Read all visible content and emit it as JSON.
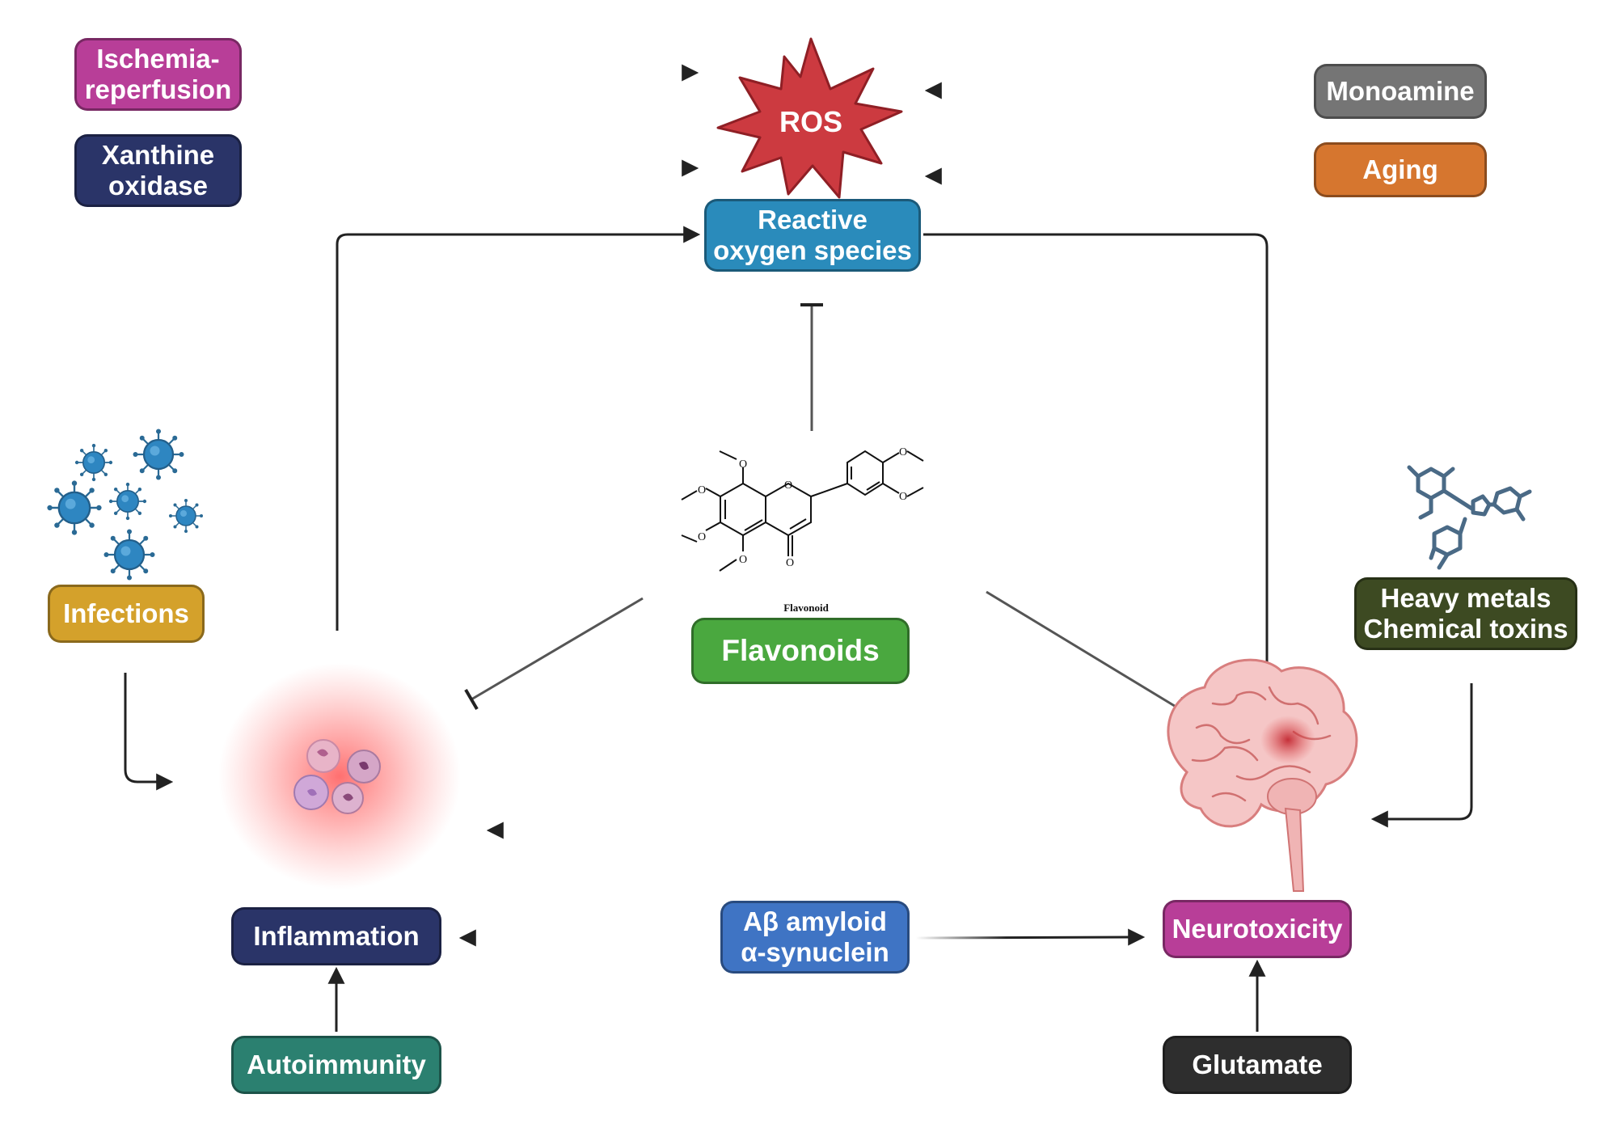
{
  "nodes": {
    "ischemia": "Ischemia-\nreperfusion",
    "xanthine": "Xanthine\noxidase",
    "monoamine": "Monoamine",
    "aging": "Aging",
    "ros_star": "ROS",
    "ros_box": "Reactive\noxygen species",
    "infections": "Infections",
    "heavy_metals": "Heavy metals\nChemical toxins",
    "flavonoids": "Flavonoids",
    "flavonoid_caption": "Flavonoid",
    "inflammation": "Inflammation",
    "abeta": "Aβ amyloid\nα-synuclein",
    "neurotoxicity": "Neurotoxicity",
    "autoimmunity": "Autoimmunity",
    "glutamate": "Glutamate"
  },
  "colors": {
    "ischemia": "#b83e98",
    "xanthine": "#2a3468",
    "monoamine": "#757575",
    "aging": "#d6762f",
    "ros_star": "#cc3a40",
    "ros_box": "#2a8bbb",
    "infections": "#d4a12b",
    "heavy_metals": "#3d4a22",
    "flavonoids": "#4aa83f",
    "inflammation": "#2a3468",
    "abeta": "#3f74c4",
    "neurotoxicity": "#b83e98",
    "autoimmunity": "#2b8070",
    "glutamate": "#2e2e2e",
    "arrow": "#222222",
    "virus": "#2e86c1",
    "molecule": "#4a6a86",
    "brain": "#f2b8b8",
    "inflammation_glow": "#ff5050"
  },
  "icons": [
    "virus-icon",
    "molecule-icon",
    "flavonoid-structure-icon",
    "inflamed-cells-icon",
    "brain-icon",
    "ros-star-icon"
  ]
}
